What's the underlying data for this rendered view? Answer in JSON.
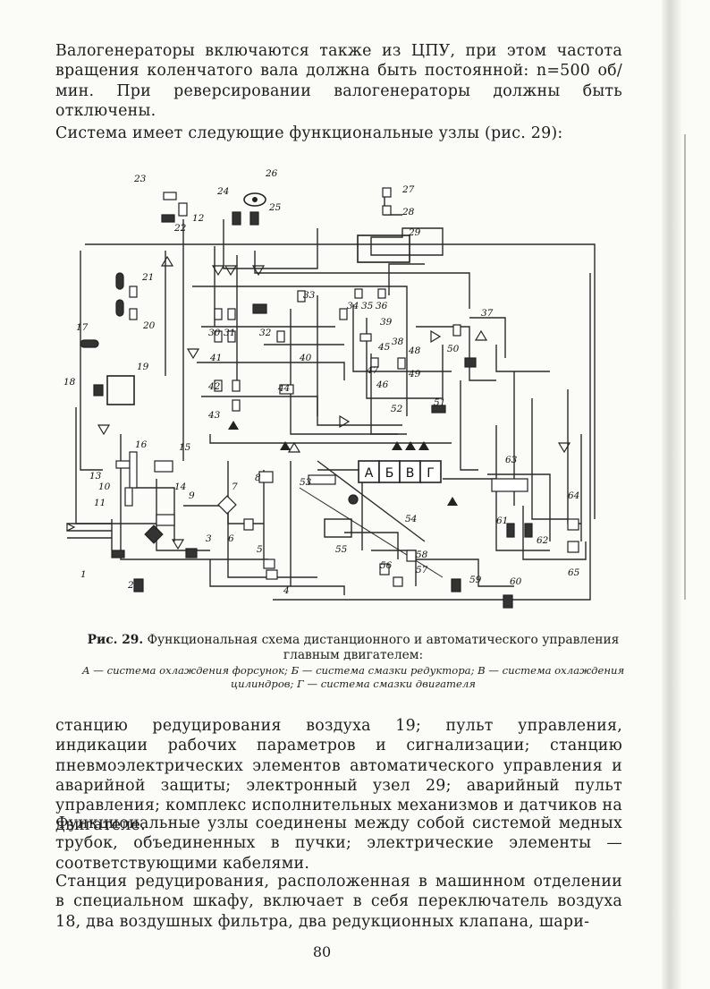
{
  "para_top": "Валогенераторы включаются также из ЦПУ, при этом частота вращения коленчатого вала должна быть постоянной: n=500 об/мин. При реверсировании валогенераторы должны быть отключены.",
  "para_system": "Система имеет следующие функциональные узлы (рис. 29):",
  "figure": {
    "labels": [
      "1",
      "2",
      "3",
      "4",
      "5",
      "6",
      "7",
      "8",
      "9",
      "10",
      "11",
      "12",
      "13",
      "14",
      "15",
      "16",
      "17",
      "18",
      "19",
      "20",
      "21",
      "22",
      "23",
      "24",
      "25",
      "26",
      "27",
      "28",
      "29",
      "30",
      "31",
      "32",
      "33",
      "34",
      "35",
      "36",
      "37",
      "38",
      "39",
      "40",
      "41",
      "42",
      "43",
      "44",
      "45",
      "46",
      "47",
      "48",
      "49",
      "50",
      "51",
      "52",
      "53",
      "54",
      "55",
      "56",
      "57",
      "58",
      "59",
      "60",
      "61",
      "62",
      "63",
      "64",
      "65"
    ],
    "block_letters": [
      "А",
      "Б",
      "В",
      "Г"
    ]
  },
  "caption": {
    "fig_no": "Рис. 29.",
    "text": "Функциональная схема дистанционного и автоматического управления главным двигателем:",
    "legend": "А — система охлаждения форсунок; Б — система смазки редуктора; В — система охлаждения цилиндров; Г — система смазки двигателя"
  },
  "para_a": "станцию редуцирования воздуха 19; пульт управления, индикации рабочих параметров и сигнализации; станцию пневмоэлектрических элементов автоматического управления и аварийной защиты; электронный узел 29; аварийный пульт управления; комплекс исполнительных механизмов и датчиков на двигателе.",
  "para_b": "Функциональные узлы соединены между собой системой медных трубок, объединенных в пучки; электрические элементы — соответствующими кабелями.",
  "para_c": "Станция редуцирования, расположенная в машинном отделении в специальном шкафу, включает в себя переключатель воздуха 18, два воздушных фильтра, два редукционных клапана, шари-",
  "page_number": "80"
}
